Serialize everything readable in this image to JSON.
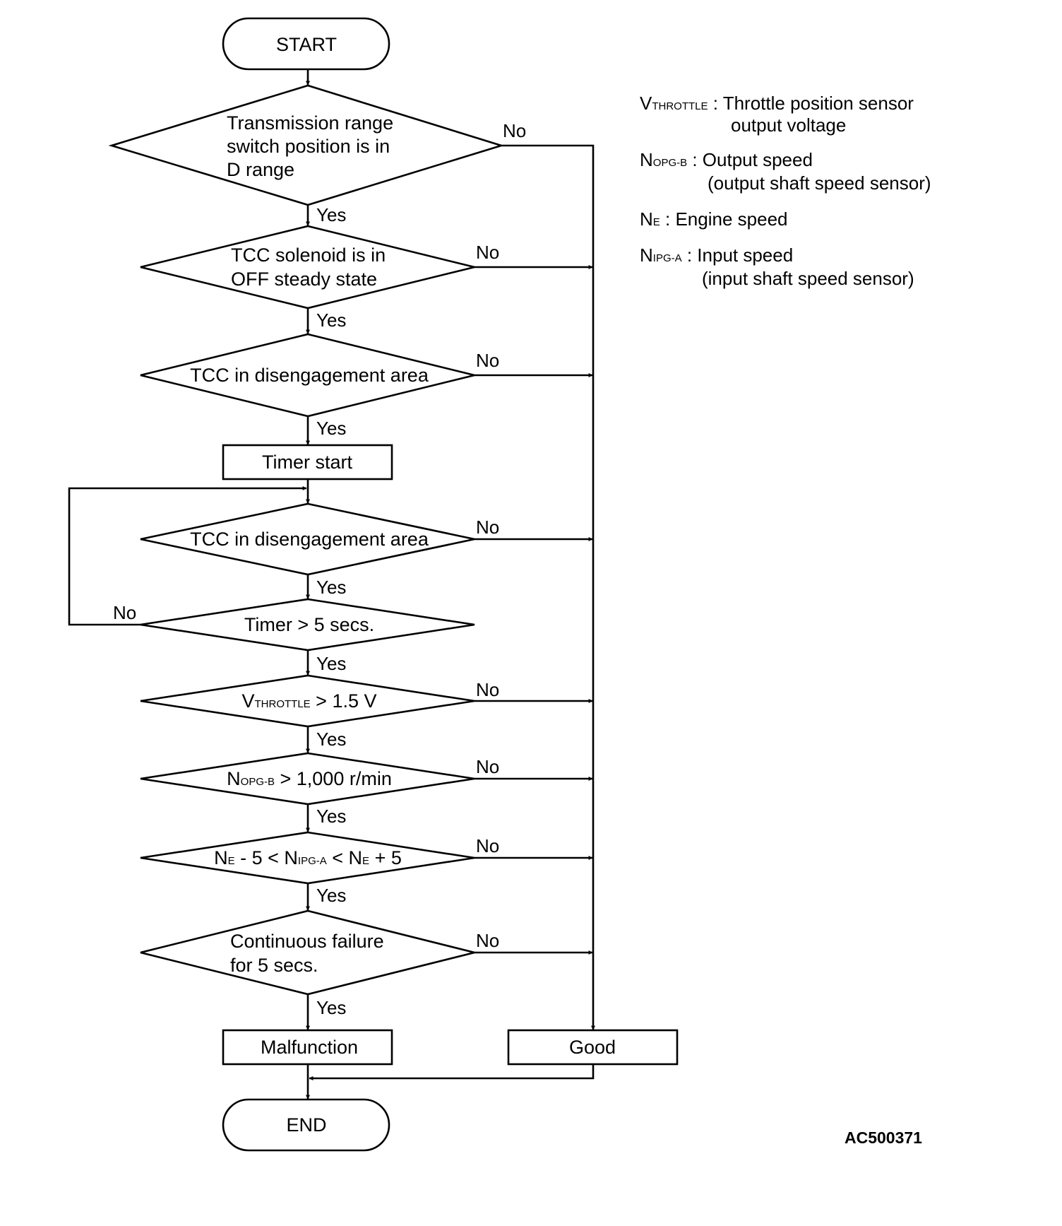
{
  "flowchart": {
    "start": "START",
    "end": "END",
    "yes": "Yes",
    "no": "No",
    "decisions": [
      {
        "lines": [
          "Transmission range",
          "switch position is in",
          "D range"
        ]
      },
      {
        "lines": [
          "TCC solenoid is in",
          "OFF steady state"
        ]
      },
      {
        "lines": [
          "TCC in disengagement area"
        ]
      },
      {
        "lines": [
          "TCC in disengagement area"
        ]
      },
      {
        "lines": [
          "Timer > 5 secs."
        ]
      },
      {
        "main": "V",
        "sub": "THROTTLE",
        "rest": " > 1.5 V"
      },
      {
        "main": "N",
        "sub": "OPG-B",
        "rest": " > 1,000 r/min"
      },
      {
        "parts": [
          {
            "main": "N",
            "sub": "E",
            "rest": " - 5 < "
          },
          {
            "main": "N",
            "sub": "IPG-A",
            "rest": " < "
          },
          {
            "main": "N",
            "sub": "E",
            "rest": " + 5"
          }
        ]
      },
      {
        "lines": [
          "Continuous failure",
          "for 5 secs."
        ]
      }
    ],
    "timer_start": "Timer start",
    "malfunction": "Malfunction",
    "good": "Good"
  },
  "legend": [
    {
      "main": "V",
      "sub": "THROTTLE",
      "sep": " : ",
      "lines": [
        "Throttle position sensor",
        "output voltage"
      ]
    },
    {
      "main": "N",
      "sub": "OPG-B",
      "sep": " : ",
      "lines": [
        "Output speed",
        "(output shaft speed sensor)"
      ]
    },
    {
      "main": "N",
      "sub": "E",
      "sep": " : ",
      "lines": [
        "Engine speed"
      ]
    },
    {
      "main": "N",
      "sub": "IPG-A",
      "sep": " : ",
      "lines": [
        "Input speed",
        "(input shaft speed sensor)"
      ]
    }
  ],
  "figure_code": "AC500371"
}
